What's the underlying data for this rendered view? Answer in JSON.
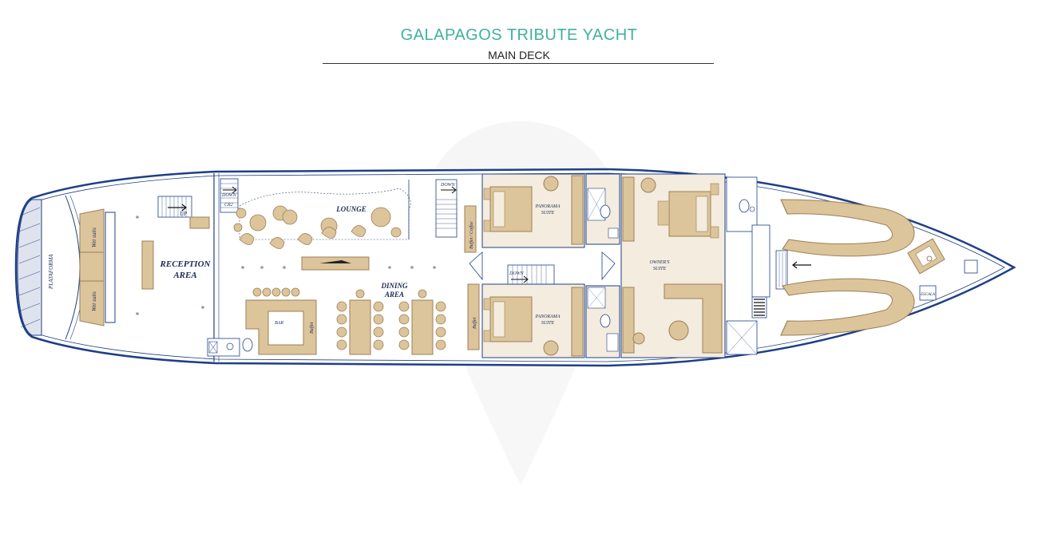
{
  "header": {
    "title": "GALAPAGOS TRIBUTE YACHT",
    "subtitle": "MAIN DECK"
  },
  "colors": {
    "title": "#3fb1a0",
    "hull_line": "#1f3f86",
    "furniture": "#dcc49b",
    "furniture_stroke": "#9c8157",
    "suite_floor": "#f3ecdf",
    "watermark": "#ededed"
  },
  "labels": {
    "plataforma": "PLATAFORMA",
    "wet_suits_top": "Wet suits",
    "wet_suits_bottom": "Wet suits",
    "up": "UP",
    "down_reception": "DOWN",
    "cr2": "CR2",
    "reception_line1": "RECEPTION",
    "reception_line2": "AREA",
    "lounge": "LOUNGE",
    "dining_line1": "DINING",
    "dining_line2": "AREA",
    "bar": "BAR",
    "buffet_bar": "Buffet",
    "down_stair": "DOWN",
    "buffet_coffee": "Buffet / Coffee",
    "buffet_lower": "Buffet",
    "down_center": "DOWN",
    "panorama_upper_line1": "PANORAMA",
    "panorama_upper_line2": "SUITE",
    "panorama_lower_line1": "PANORAMA",
    "panorama_lower_line2": "SUITE",
    "owners_line1": "OWNER'S",
    "owners_line2": "SUITE",
    "escala": "ESCALA"
  }
}
